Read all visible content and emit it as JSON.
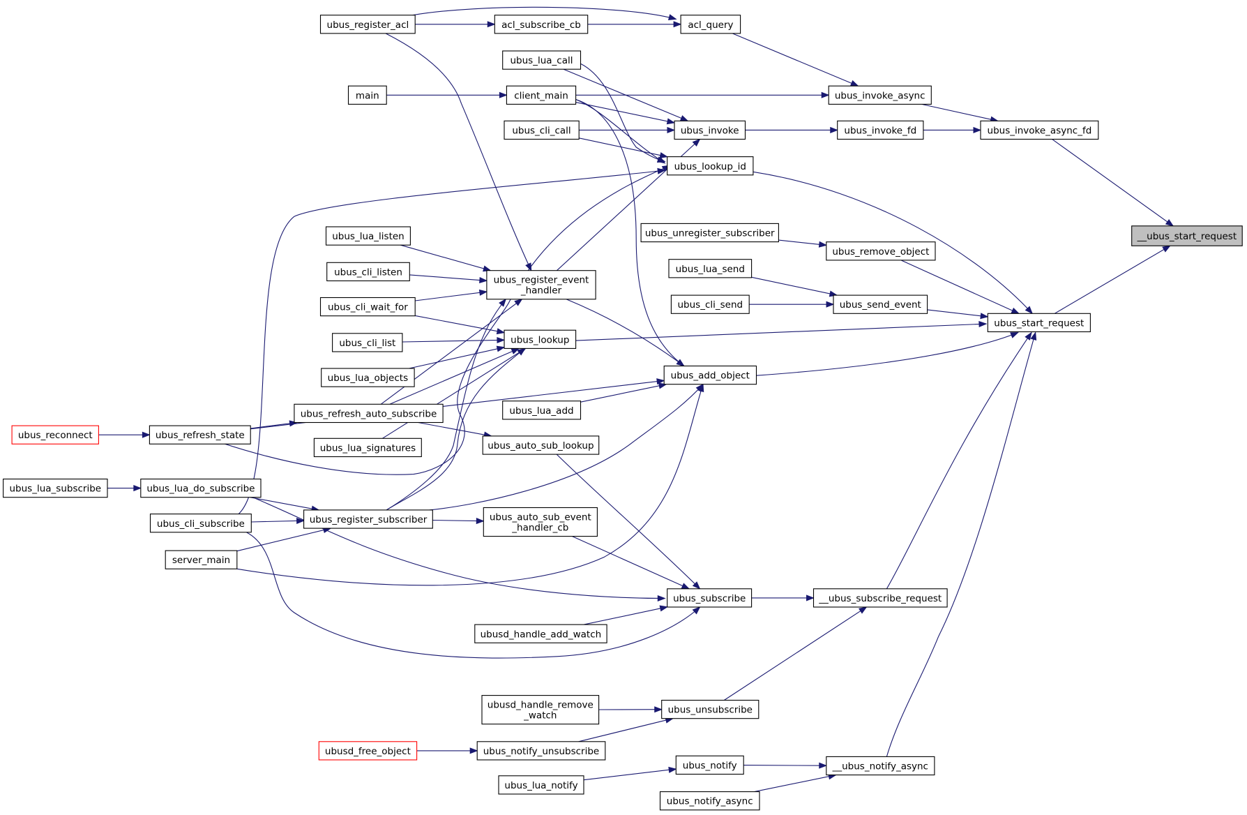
{
  "colors": {
    "edge": "#191970",
    "node_border": "#000000",
    "node_fill": "#ffffff",
    "focus_fill": "#bfbfbf",
    "external_border": "#ff0000"
  },
  "nodes": [
    {
      "id": "n01",
      "lines": [
        "ubus_register_acl"
      ]
    },
    {
      "id": "n02",
      "lines": [
        "acl_subscribe_cb"
      ]
    },
    {
      "id": "n03",
      "lines": [
        "acl_query"
      ]
    },
    {
      "id": "n04",
      "lines": [
        "ubus_lua_call"
      ]
    },
    {
      "id": "n05",
      "lines": [
        "main"
      ]
    },
    {
      "id": "n06",
      "lines": [
        "client_main"
      ]
    },
    {
      "id": "n07",
      "lines": [
        "ubus_invoke_async"
      ]
    },
    {
      "id": "n08",
      "lines": [
        "ubus_cli_call"
      ]
    },
    {
      "id": "n09",
      "lines": [
        "ubus_invoke"
      ]
    },
    {
      "id": "n10",
      "lines": [
        "ubus_invoke_fd"
      ]
    },
    {
      "id": "n11",
      "lines": [
        "ubus_invoke_async_fd"
      ]
    },
    {
      "id": "n12",
      "lines": [
        "ubus_lookup_id"
      ]
    },
    {
      "id": "n13",
      "lines": [
        "__ubus_start_request"
      ],
      "focus": true
    },
    {
      "id": "n14",
      "lines": [
        "ubus_unregister_subscriber"
      ]
    },
    {
      "id": "n15",
      "lines": [
        "ubus_remove_object"
      ]
    },
    {
      "id": "n16",
      "lines": [
        "ubus_lua_listen"
      ]
    },
    {
      "id": "n17",
      "lines": [
        "ubus_cli_listen"
      ]
    },
    {
      "id": "n18",
      "lines": [
        "ubus_register_event",
        "_handler"
      ]
    },
    {
      "id": "n19",
      "lines": [
        "ubus_lua_send"
      ]
    },
    {
      "id": "n20",
      "lines": [
        "ubus_cli_wait_for"
      ]
    },
    {
      "id": "n21",
      "lines": [
        "ubus_cli_send"
      ]
    },
    {
      "id": "n22",
      "lines": [
        "ubus_send_event"
      ]
    },
    {
      "id": "n23",
      "lines": [
        "ubus_start_request"
      ]
    },
    {
      "id": "n24",
      "lines": [
        "ubus_cli_list"
      ]
    },
    {
      "id": "n25",
      "lines": [
        "ubus_lookup"
      ]
    },
    {
      "id": "n26",
      "lines": [
        "ubus_lua_objects"
      ]
    },
    {
      "id": "n27",
      "lines": [
        "ubus_add_object"
      ]
    },
    {
      "id": "n28",
      "lines": [
        "ubus_lua_add"
      ]
    },
    {
      "id": "n29",
      "lines": [
        "ubus_refresh_auto_subscribe"
      ]
    },
    {
      "id": "n30",
      "lines": [
        "ubus_reconnect"
      ],
      "external": true
    },
    {
      "id": "n31",
      "lines": [
        "ubus_refresh_state"
      ]
    },
    {
      "id": "n32",
      "lines": [
        "ubus_lua_signatures"
      ]
    },
    {
      "id": "n33",
      "lines": [
        "ubus_auto_sub_lookup"
      ]
    },
    {
      "id": "n34",
      "lines": [
        "ubus_lua_subscribe"
      ]
    },
    {
      "id": "n35",
      "lines": [
        "ubus_lua_do_subscribe"
      ]
    },
    {
      "id": "n36",
      "lines": [
        "ubus_cli_subscribe"
      ]
    },
    {
      "id": "n37",
      "lines": [
        "ubus_register_subscriber"
      ]
    },
    {
      "id": "n38",
      "lines": [
        "ubus_auto_sub_event",
        "_handler_cb"
      ]
    },
    {
      "id": "n39",
      "lines": [
        "server_main"
      ]
    },
    {
      "id": "n40",
      "lines": [
        "ubus_subscribe"
      ]
    },
    {
      "id": "n41",
      "lines": [
        "__ubus_subscribe_request"
      ]
    },
    {
      "id": "n42",
      "lines": [
        "ubusd_handle_add_watch"
      ]
    },
    {
      "id": "n43",
      "lines": [
        "ubusd_handle_remove",
        "_watch"
      ]
    },
    {
      "id": "n44",
      "lines": [
        "ubus_unsubscribe"
      ]
    },
    {
      "id": "n45",
      "lines": [
        "ubusd_free_object"
      ],
      "external": true
    },
    {
      "id": "n46",
      "lines": [
        "ubus_notify_unsubscribe"
      ]
    },
    {
      "id": "n47",
      "lines": [
        "ubus_notify"
      ]
    },
    {
      "id": "n48",
      "lines": [
        "__ubus_notify_async"
      ]
    },
    {
      "id": "n49",
      "lines": [
        "ubus_lua_notify"
      ]
    },
    {
      "id": "n50",
      "lines": [
        "ubus_notify_async"
      ]
    }
  ],
  "edges": [
    [
      "n01",
      "n02"
    ],
    [
      "n01",
      "n03"
    ],
    [
      "n02",
      "n03"
    ],
    [
      "n03",
      "n07"
    ],
    [
      "n05",
      "n06"
    ],
    [
      "n06",
      "n07"
    ],
    [
      "n07",
      "n11"
    ],
    [
      "n10",
      "n11"
    ],
    [
      "n11",
      "n13"
    ],
    [
      "n04",
      "n09"
    ],
    [
      "n06",
      "n09"
    ],
    [
      "n08",
      "n09"
    ],
    [
      "n09",
      "n10"
    ],
    [
      "n18",
      "n09"
    ],
    [
      "n04",
      "n12"
    ],
    [
      "n06",
      "n12"
    ],
    [
      "n08",
      "n12"
    ],
    [
      "n36",
      "n12"
    ],
    [
      "n31",
      "n12"
    ],
    [
      "n12",
      "n23"
    ],
    [
      "n23",
      "n13"
    ],
    [
      "n14",
      "n15"
    ],
    [
      "n15",
      "n23"
    ],
    [
      "n19",
      "n22"
    ],
    [
      "n21",
      "n22"
    ],
    [
      "n22",
      "n23"
    ],
    [
      "n16",
      "n18"
    ],
    [
      "n17",
      "n18"
    ],
    [
      "n20",
      "n18"
    ],
    [
      "n29",
      "n18"
    ],
    [
      "n37",
      "n18"
    ],
    [
      "n01",
      "n18"
    ],
    [
      "n20",
      "n25"
    ],
    [
      "n24",
      "n25"
    ],
    [
      "n26",
      "n25"
    ],
    [
      "n29",
      "n25"
    ],
    [
      "n32",
      "n25"
    ],
    [
      "n37",
      "n25"
    ],
    [
      "n25",
      "n23"
    ],
    [
      "n27",
      "n23"
    ],
    [
      "n18",
      "n27"
    ],
    [
      "n28",
      "n27"
    ],
    [
      "n31",
      "n27"
    ],
    [
      "n37",
      "n27"
    ],
    [
      "n39",
      "n27"
    ],
    [
      "n06",
      "n27"
    ],
    [
      "n30",
      "n31"
    ],
    [
      "n31",
      "n29"
    ],
    [
      "n29",
      "n33"
    ],
    [
      "n34",
      "n35"
    ],
    [
      "n35",
      "n37"
    ],
    [
      "n36",
      "n37"
    ],
    [
      "n39",
      "n37"
    ],
    [
      "n37",
      "n38"
    ],
    [
      "n33",
      "n40"
    ],
    [
      "n38",
      "n40"
    ],
    [
      "n35",
      "n40"
    ],
    [
      "n42",
      "n40"
    ],
    [
      "n36",
      "n40"
    ],
    [
      "n40",
      "n41"
    ],
    [
      "n41",
      "n23"
    ],
    [
      "n43",
      "n44"
    ],
    [
      "n46",
      "n44"
    ],
    [
      "n44",
      "n41"
    ],
    [
      "n45",
      "n46"
    ],
    [
      "n47",
      "n48"
    ],
    [
      "n49",
      "n47"
    ],
    [
      "n50",
      "n48"
    ],
    [
      "n48",
      "n23"
    ]
  ]
}
